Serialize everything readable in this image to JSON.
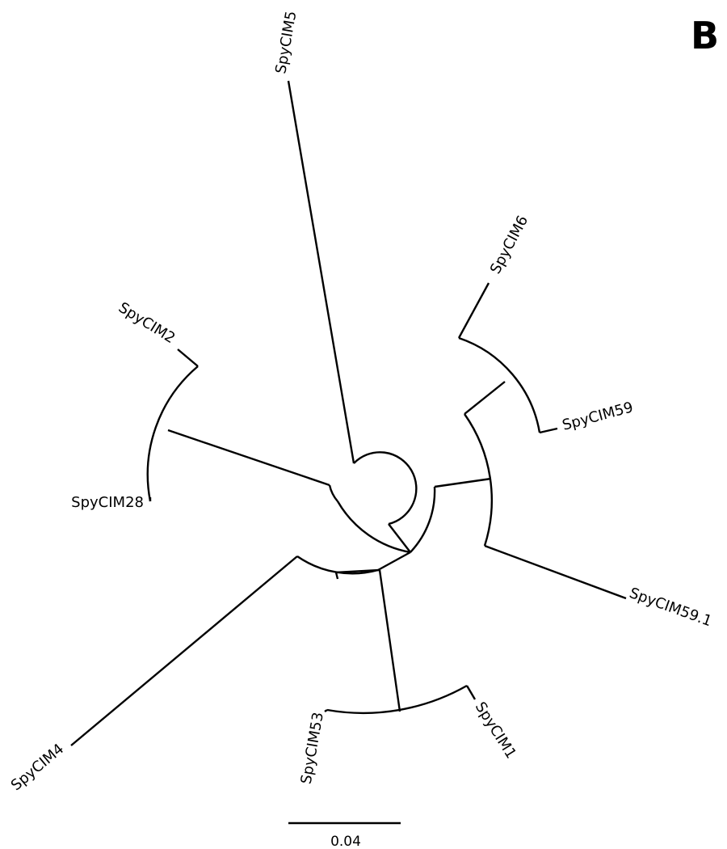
{
  "figure": {
    "panel_label": "B",
    "scale_bar_label": "0.04"
  },
  "tree": {
    "leaves": [
      "SpyCIM5",
      "SpyCIM6",
      "SpyCIM59",
      "SpyCIM59.1",
      "SpyCIM1",
      "SpyCIM53",
      "SpyCIM4",
      "SpyCIM28",
      "SpyCIM2"
    ]
  }
}
